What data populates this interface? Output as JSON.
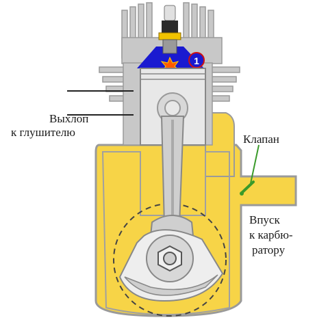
{
  "labels": {
    "exhaust_line1": "Выхлоп",
    "exhaust_line2": "к  глушителю",
    "valve": "Клапан",
    "intake_line1": "Впуск",
    "intake_line2": "к карбю-",
    "intake_line3": "ратору"
  },
  "marker": {
    "text": "1"
  },
  "colors": {
    "fuel_mixture": "#f7d447",
    "fuel_mixture_dark": "#e8b923",
    "cylinder_metal": "#c8c8c8",
    "combustion_chamber": "#1a1ad0",
    "spark": "#ff5a00",
    "valve": "#3a9a2a",
    "marker_ring": "#d01010"
  }
}
